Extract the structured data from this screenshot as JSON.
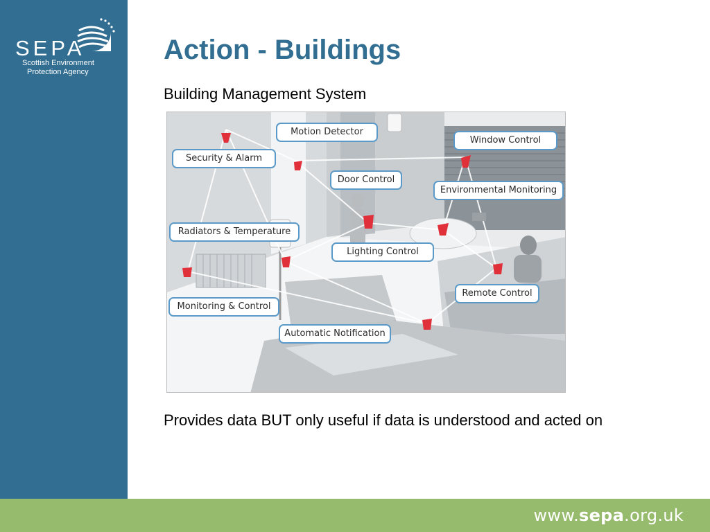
{
  "brand": {
    "logo_text": "SEPA",
    "logo_subtitle_line1": "Scottish Environment",
    "logo_subtitle_line2": "Protection Agency"
  },
  "slide": {
    "title": "Action - Buildings",
    "subtitle": "Building Management System",
    "caption": "Provides data BUT only useful if data is understood and acted on"
  },
  "diagram": {
    "labels": {
      "motion_detector": "Motion Detector",
      "window_control": "Window Control",
      "security_alarm": "Security & Alarm",
      "door_control": "Door Control",
      "environmental_monitoring": "Environmental Monitoring",
      "radiators_temperature": "Radiators & Temperature",
      "lighting_control": "Lighting Control",
      "monitoring_control": "Monitoring & Control",
      "remote_control": "Remote Control",
      "automatic_notification": "Automatic Notification"
    }
  },
  "footer": {
    "url_prefix": "www.",
    "url_brand": "sepa",
    "url_suffix": ".org.uk"
  },
  "colors": {
    "sidebar": "#326e91",
    "title": "#326e91",
    "footer": "#97bb6d",
    "callout_border": "#5b9ac8",
    "sensor_red": "#e0303a"
  }
}
